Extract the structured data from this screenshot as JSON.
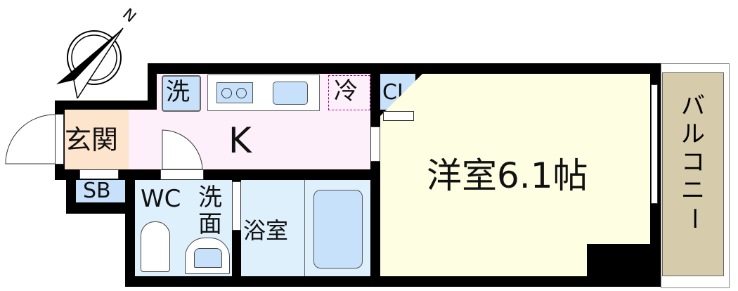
{
  "compass": {
    "north_label": "N"
  },
  "rooms": {
    "entrance": "玄関",
    "kitchen": "K",
    "washer": "洗",
    "fridge": "冷",
    "closet": "CL",
    "shoe_box": "SB",
    "wc": "WC",
    "washroom": "洗\n面",
    "washroom_1": "洗",
    "washroom_2": "面",
    "bathroom": "浴室",
    "western_room": "洋室6.1帖",
    "balcony_chars": [
      "バ",
      "ル",
      "コ",
      "ニ",
      "ー"
    ]
  },
  "colors": {
    "entrance": "#fde4cc",
    "kitchen": "#fdf0fb",
    "blue": "#c7e1fb",
    "wet": "#dff0fd",
    "western": "#fefee2",
    "balcony": "#d6cbab"
  }
}
